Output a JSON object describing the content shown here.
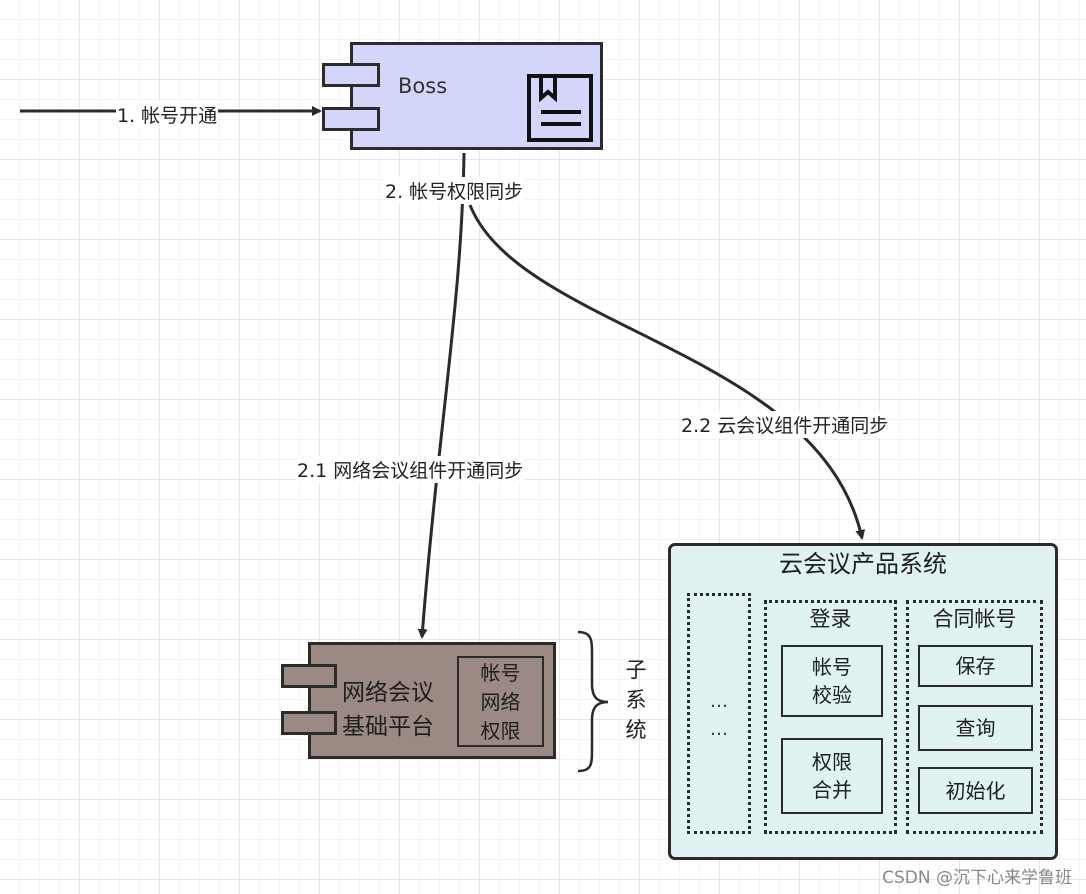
{
  "boss": {
    "name": "Boss"
  },
  "edges": {
    "account_open": "1. 帐号开通",
    "permission_sync": "2. 帐号权限同步",
    "network_sync": "2.1 网络会议组件开通同步",
    "cloud_sync": "2.2 云会议组件开通同步"
  },
  "platform": {
    "name_line1": "网络会议",
    "name_line2": "基础平台",
    "sub_line1": "帐号",
    "sub_line2": "网络",
    "sub_line3": "权限"
  },
  "subsystem": {
    "char1": "子",
    "char2": "系",
    "char3": "统"
  },
  "product": {
    "title": "云会议产品系统",
    "ellipsis_line1": "…",
    "ellipsis_line2": "…",
    "login_column": {
      "title": "登录",
      "item1_line1": "帐号",
      "item1_line2": "校验",
      "item2_line1": "权限",
      "item2_line2": "合并"
    },
    "contract_column": {
      "title": "合同帐号",
      "items": [
        "保存",
        "查询",
        "初始化"
      ]
    }
  },
  "watermark": "CSDN @沉下心来学鲁班",
  "colors": {
    "boss_fill": "#d3d5fa",
    "platform_fill": "#9b8a84",
    "product_fill": "#e0f3f2",
    "stroke": "#2b2b2b"
  }
}
